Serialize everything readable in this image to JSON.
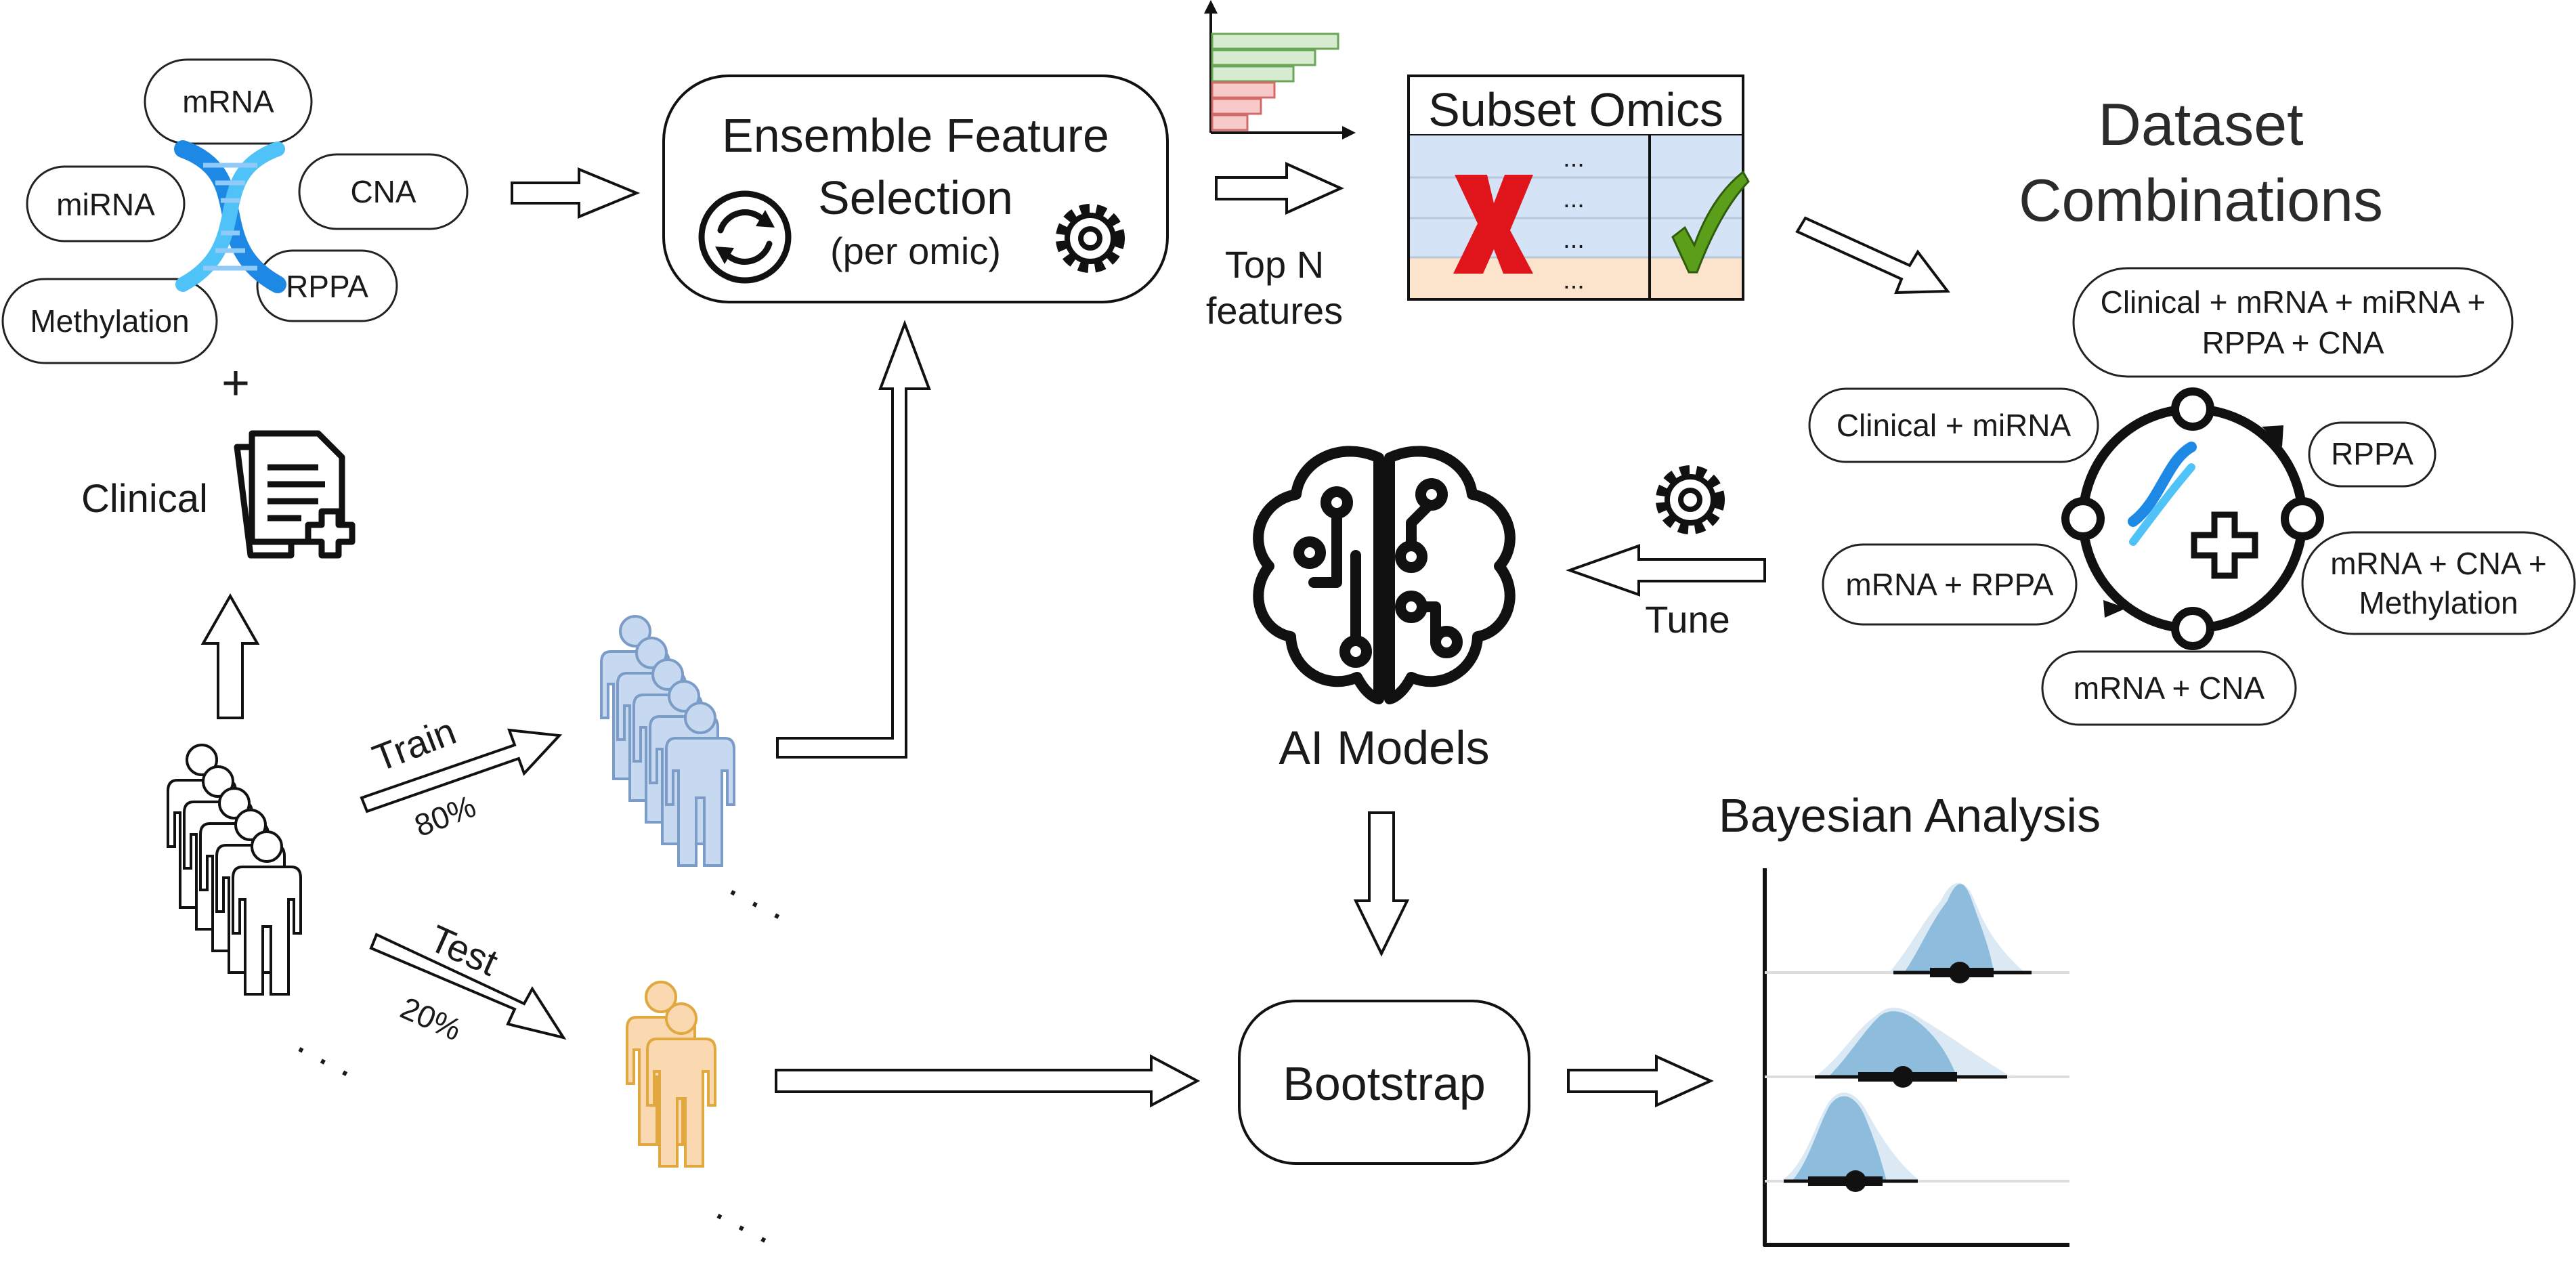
{
  "omics": {
    "mrna": "mRNA",
    "mirna": "miRNA",
    "cna": "CNA",
    "rppa": "RPPA",
    "methylation": "Methylation",
    "plus": "+",
    "clinical": "Clinical"
  },
  "split": {
    "train": "Train",
    "train_pct": "80%",
    "test": "Test",
    "test_pct": "20%",
    "ellipsis": "· · ·"
  },
  "feature_selection": {
    "line1": "Ensemble Feature",
    "line2": "Selection",
    "line3": "(per omic)"
  },
  "top_n": {
    "line1": "Top N",
    "line2": "features"
  },
  "subset_omics": {
    "title": "Subset Omics",
    "dots": "..."
  },
  "dataset_combinations": {
    "line1": "Dataset",
    "line2": "Combinations",
    "items": [
      "Clinical + mRNA + miRNA +",
      "RPPA + CNA",
      "Clinical + miRNA",
      "RPPA",
      "mRNA + RPPA",
      "mRNA + CNA +",
      "Methylation",
      "mRNA + CNA"
    ]
  },
  "tune_label": "Tune",
  "ai_models_label": "AI Models",
  "bootstrap_label": "Bootstrap",
  "bayesian_label": "Bayesian Analysis",
  "colors": {
    "train_fill": "#c6d9f1",
    "train_stroke": "#7a9cc6",
    "test_fill": "#fad9b0",
    "test_stroke": "#e0a83e",
    "posterior": "#8dbcdc",
    "cross": "#e0141b",
    "check": "#5a9e1a"
  }
}
